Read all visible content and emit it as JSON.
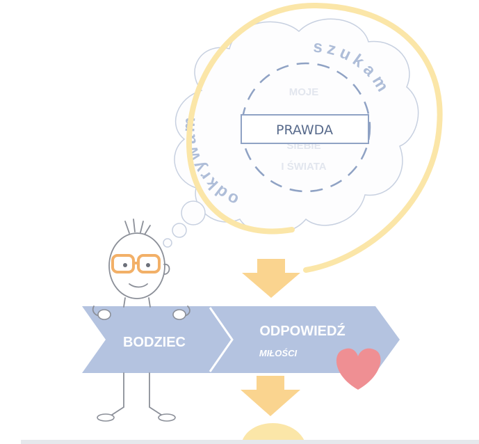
{
  "thought_cloud": {
    "arc_left": "odkrywam",
    "arc_right": "szukam",
    "center_label": "PRAWDA",
    "faded_lines": [
      "MOJE",
      "SIEBIE",
      "I ŚWIATA"
    ]
  },
  "flow": {
    "stimulus_label": "BODZIEC",
    "response_label": "ODPOWIEDŹ",
    "response_sublabel": "MIŁOŚCI"
  },
  "colors": {
    "highlight": "#fbe6a8",
    "down_arrow": "#fad48f",
    "banner": "#b4c3e0",
    "heart": "#ef8f93",
    "outline": "#c0cad9"
  }
}
